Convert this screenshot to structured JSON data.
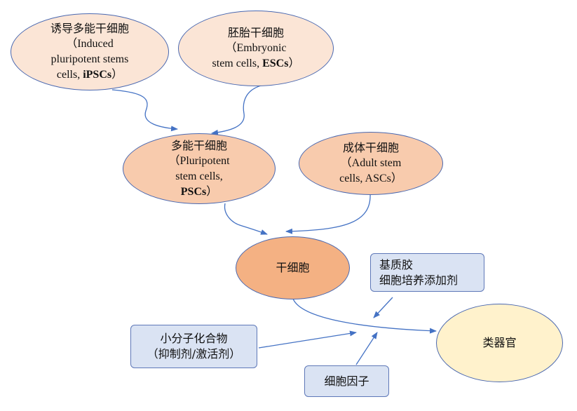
{
  "nodes": {
    "ipsc": {
      "line1": "诱导多能干细胞",
      "line2": "（Induced",
      "line3": "pluripotent stems",
      "line4_pre": "cells, ",
      "line4_bold": "iPSCs",
      "line4_post": "）",
      "fill": "#fbe5d6"
    },
    "esc": {
      "line1": "胚胎干细胞",
      "line2": "（Embryonic",
      "line3_pre": "stem cells, ",
      "line3_bold": "ESCs",
      "line3_post": "）",
      "fill": "#fbe5d6"
    },
    "psc": {
      "line1": "多能干细胞",
      "line2": "（Pluripotent",
      "line3": "stem cells,",
      "line4_bold": "PSCs",
      "line4_post": "）",
      "fill": "#f8cbad"
    },
    "asc": {
      "line1": "成体干细胞",
      "line2": "（Adult stem",
      "line3": "cells, ASCs）",
      "fill": "#f8cbad"
    },
    "stem": {
      "label": "干细胞",
      "fill": "#f4b183"
    },
    "organoid": {
      "label": "类器官",
      "fill": "#fff2cc"
    },
    "matrix": {
      "line1": "基质胶",
      "line2": "细胞培养添加剂"
    },
    "small_molecule": {
      "line1": "小分子化合物",
      "line2": "（抑制剂/激活剂）"
    },
    "cytokine": {
      "label": "细胞因子"
    }
  },
  "colors": {
    "ellipse_border": "#4a68b0",
    "box_fill": "#dae3f3",
    "arrow": "#4472c4"
  }
}
